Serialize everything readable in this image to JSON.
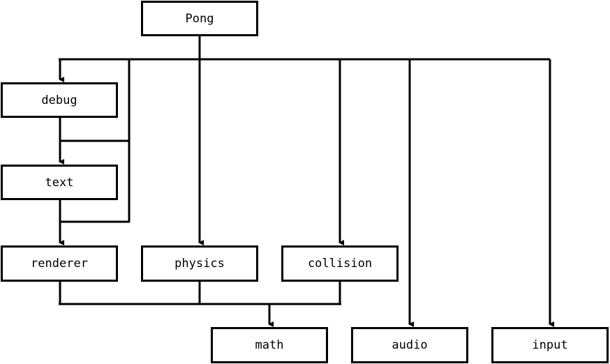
{
  "diagram": {
    "nodes": {
      "pong": "Pong",
      "debug": "debug",
      "text": "text",
      "renderer": "renderer",
      "physics": "physics",
      "collision": "collision",
      "math": "math",
      "audio": "audio",
      "input": "input"
    },
    "edges": [
      [
        "Pong",
        "debug"
      ],
      [
        "Pong",
        "text"
      ],
      [
        "Pong",
        "renderer"
      ],
      [
        "Pong",
        "physics"
      ],
      [
        "Pong",
        "collision"
      ],
      [
        "Pong",
        "audio"
      ],
      [
        "Pong",
        "input"
      ],
      [
        "debug",
        "text"
      ],
      [
        "text",
        "renderer"
      ],
      [
        "renderer",
        "math"
      ],
      [
        "physics",
        "math"
      ],
      [
        "collision",
        "math"
      ]
    ]
  }
}
